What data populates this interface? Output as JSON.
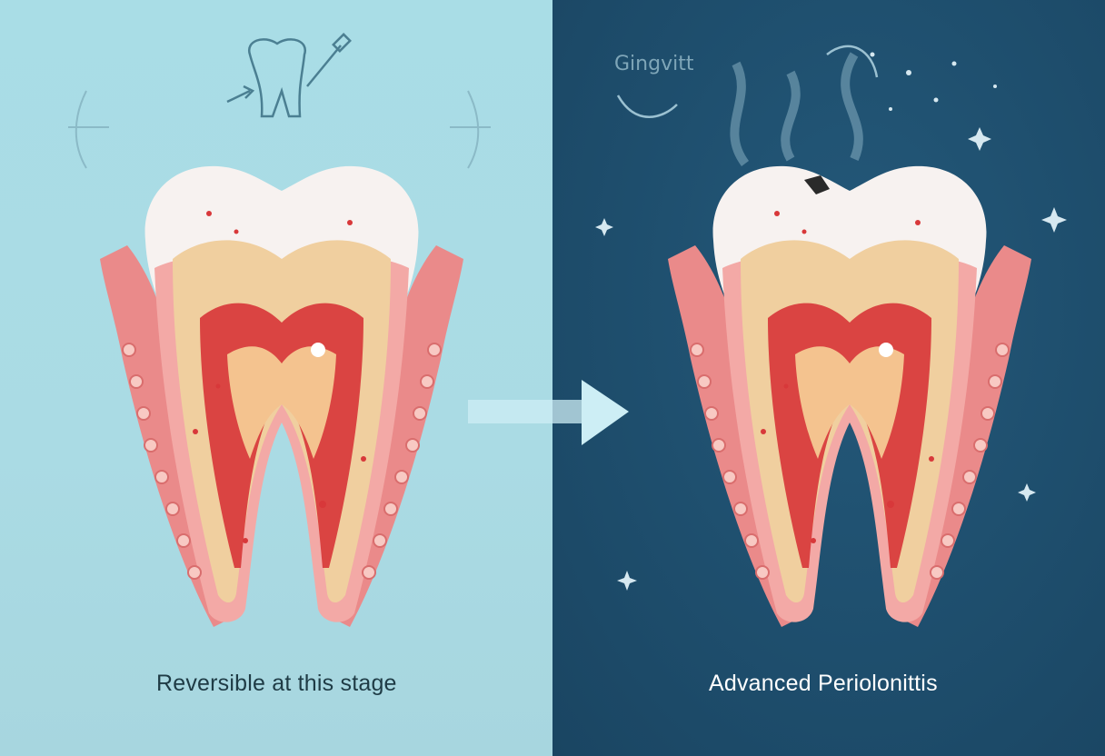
{
  "panels": {
    "left": {
      "caption": "Reversible at this stage",
      "background": "#aadbe4"
    },
    "right": {
      "caption": "Advanced Periolonittis",
      "label": "Gingvitt",
      "background": "#1e4e6d"
    }
  },
  "colors": {
    "enamel": "#f7f2f0",
    "dentin": "#f0cf9f",
    "pulp": "#d8383a",
    "gum": "#ea8a8a",
    "arrow": "#cdeef5"
  },
  "icons": [
    "tooth-sketch-icon",
    "toothbrush-sketch-icon",
    "sparkle-icon",
    "arrow-right-icon"
  ]
}
